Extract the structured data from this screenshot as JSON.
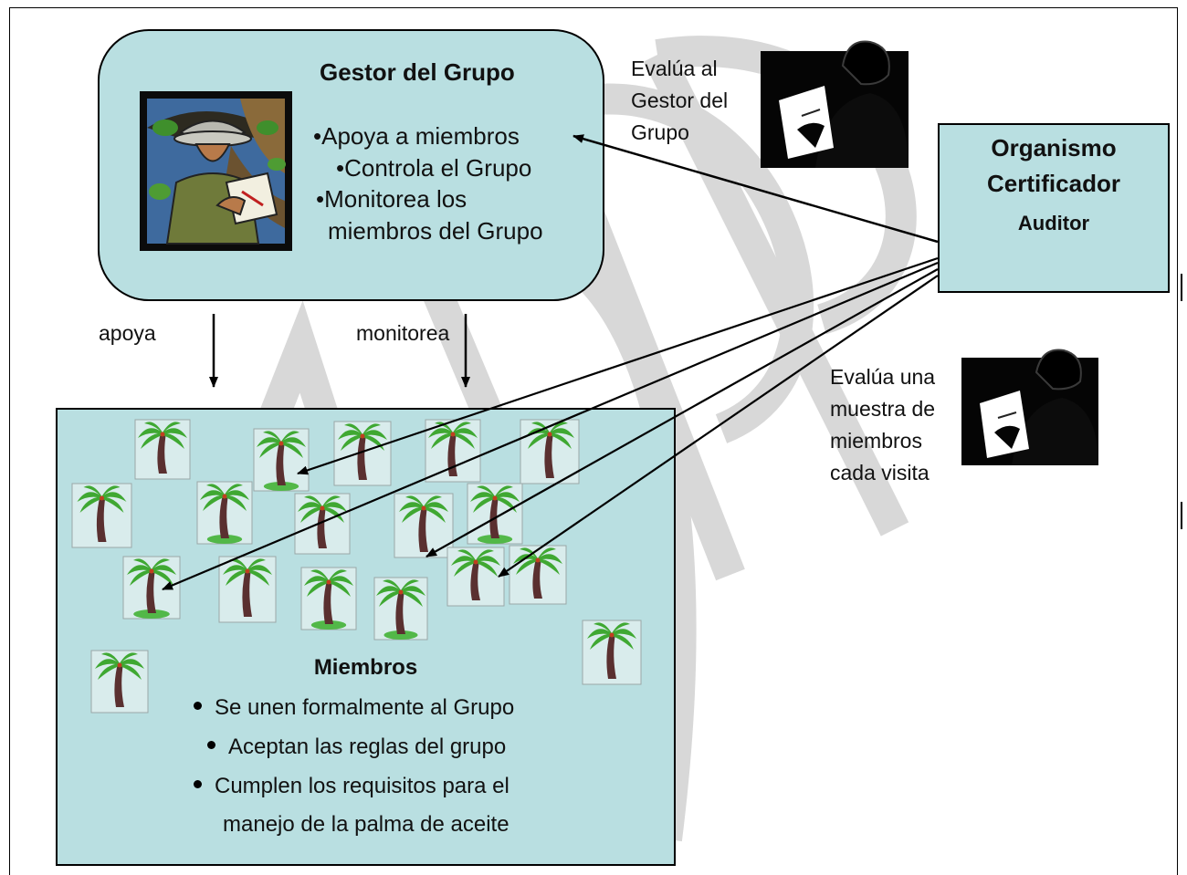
{
  "gestor": {
    "title": "Gestor del Grupo",
    "lines": [
      "•Apoya a miembros",
      "•Controla el Grupo",
      "•Monitorea los",
      "miembros del Grupo"
    ]
  },
  "organismo": {
    "line1": "Organismo",
    "line2": "Certificador",
    "line3": "Auditor"
  },
  "annotations": {
    "evaluates_manager": [
      "Evalúa al",
      "Gestor del",
      "Grupo"
    ],
    "evaluates_sample": [
      "Evalúa una",
      "muestra de",
      "miembros",
      "cada visita"
    ],
    "supports": "apoya",
    "monitors": "monitorea"
  },
  "miembros": {
    "title": "Miembros",
    "bullets": [
      "Se unen formalmente al Grupo",
      "Aceptan las reglas del grupo",
      "Cumplen los requisitos para el"
    ],
    "continuation": "manejo de la palma de aceite"
  },
  "watermark": "ADOP",
  "colors": {
    "box_fill": "#b9dfe1",
    "palm_leaf": "#3fa832",
    "palm_trunk": "#5a3030",
    "palm_ground": "#52b848",
    "watermark": "#d6d6d6"
  },
  "icons": [
    "farmer-clipart-icon",
    "auditor-silhouette-icon",
    "palm-tree-icon"
  ]
}
